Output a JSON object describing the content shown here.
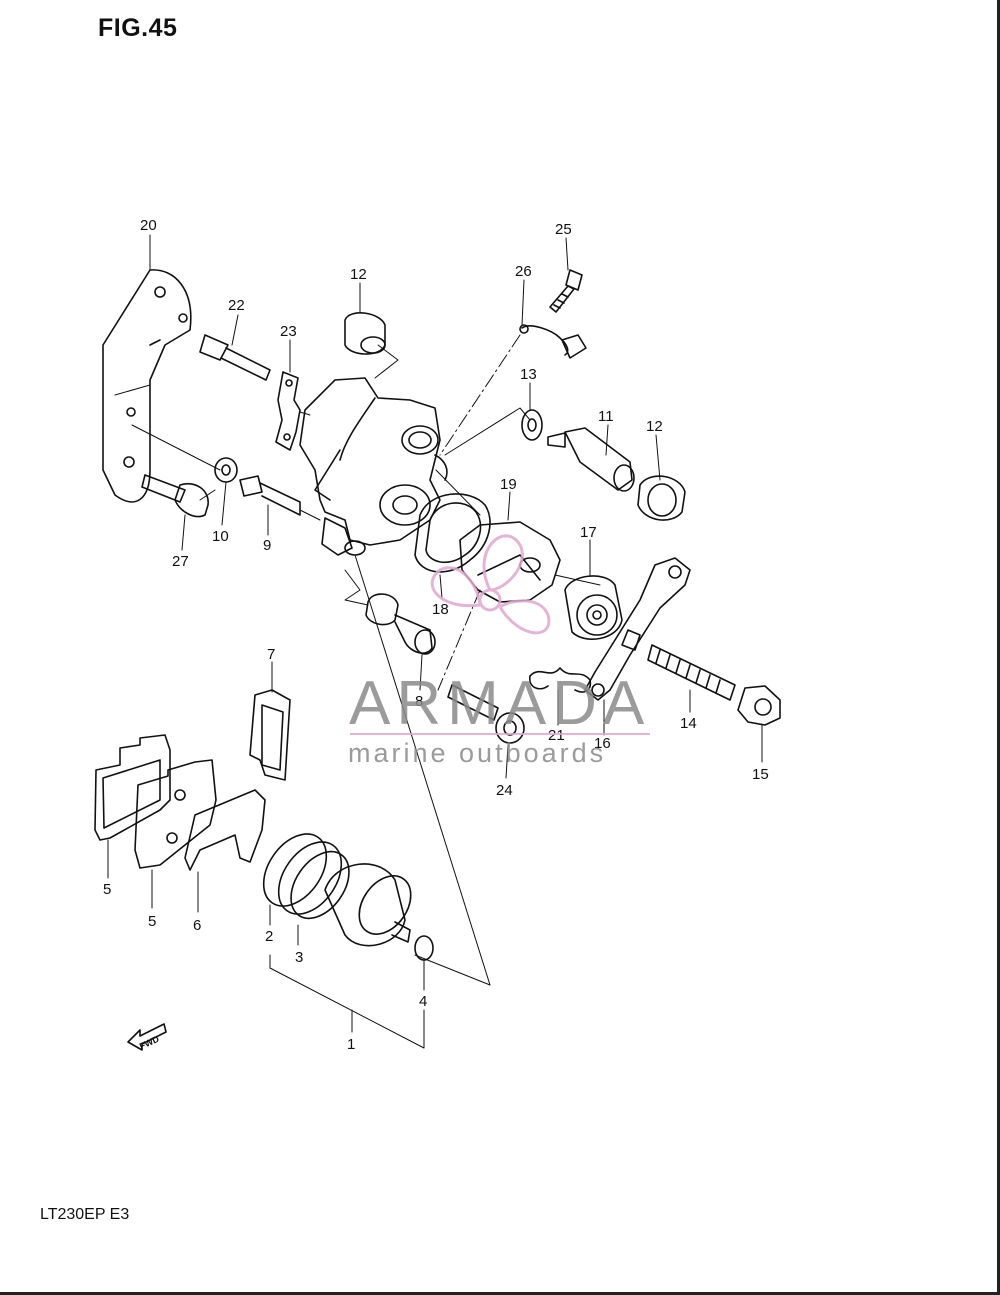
{
  "figure": {
    "title": "FIG.45",
    "model_code": "LT230EP  E3"
  },
  "fwd_arrow": {
    "label": "FWD"
  },
  "watermark": {
    "brand": "ARMADA",
    "tagline": "marine outboards",
    "color": "#e0a8cf"
  },
  "parts": [
    {
      "id": "p20",
      "label": "20"
    },
    {
      "id": "p22",
      "label": "22"
    },
    {
      "id": "p23",
      "label": "23"
    },
    {
      "id": "p12a",
      "label": "12"
    },
    {
      "id": "p26",
      "label": "26"
    },
    {
      "id": "p25",
      "label": "25"
    },
    {
      "id": "p13",
      "label": "13"
    },
    {
      "id": "p11",
      "label": "11"
    },
    {
      "id": "p12b",
      "label": "12"
    },
    {
      "id": "p19",
      "label": "19"
    },
    {
      "id": "p17",
      "label": "17"
    },
    {
      "id": "p27",
      "label": "27"
    },
    {
      "id": "p10",
      "label": "10"
    },
    {
      "id": "p9",
      "label": "9"
    },
    {
      "id": "p18",
      "label": "18"
    },
    {
      "id": "p8",
      "label": "8"
    },
    {
      "id": "p21",
      "label": "21"
    },
    {
      "id": "p16",
      "label": "16"
    },
    {
      "id": "p14",
      "label": "14"
    },
    {
      "id": "p15",
      "label": "15"
    },
    {
      "id": "p24",
      "label": "24"
    },
    {
      "id": "p7",
      "label": "7"
    },
    {
      "id": "p5a",
      "label": "5"
    },
    {
      "id": "p5b",
      "label": "5"
    },
    {
      "id": "p6",
      "label": "6"
    },
    {
      "id": "p2",
      "label": "2"
    },
    {
      "id": "p3",
      "label": "3"
    },
    {
      "id": "p4",
      "label": "4"
    },
    {
      "id": "p1",
      "label": "1"
    }
  ]
}
